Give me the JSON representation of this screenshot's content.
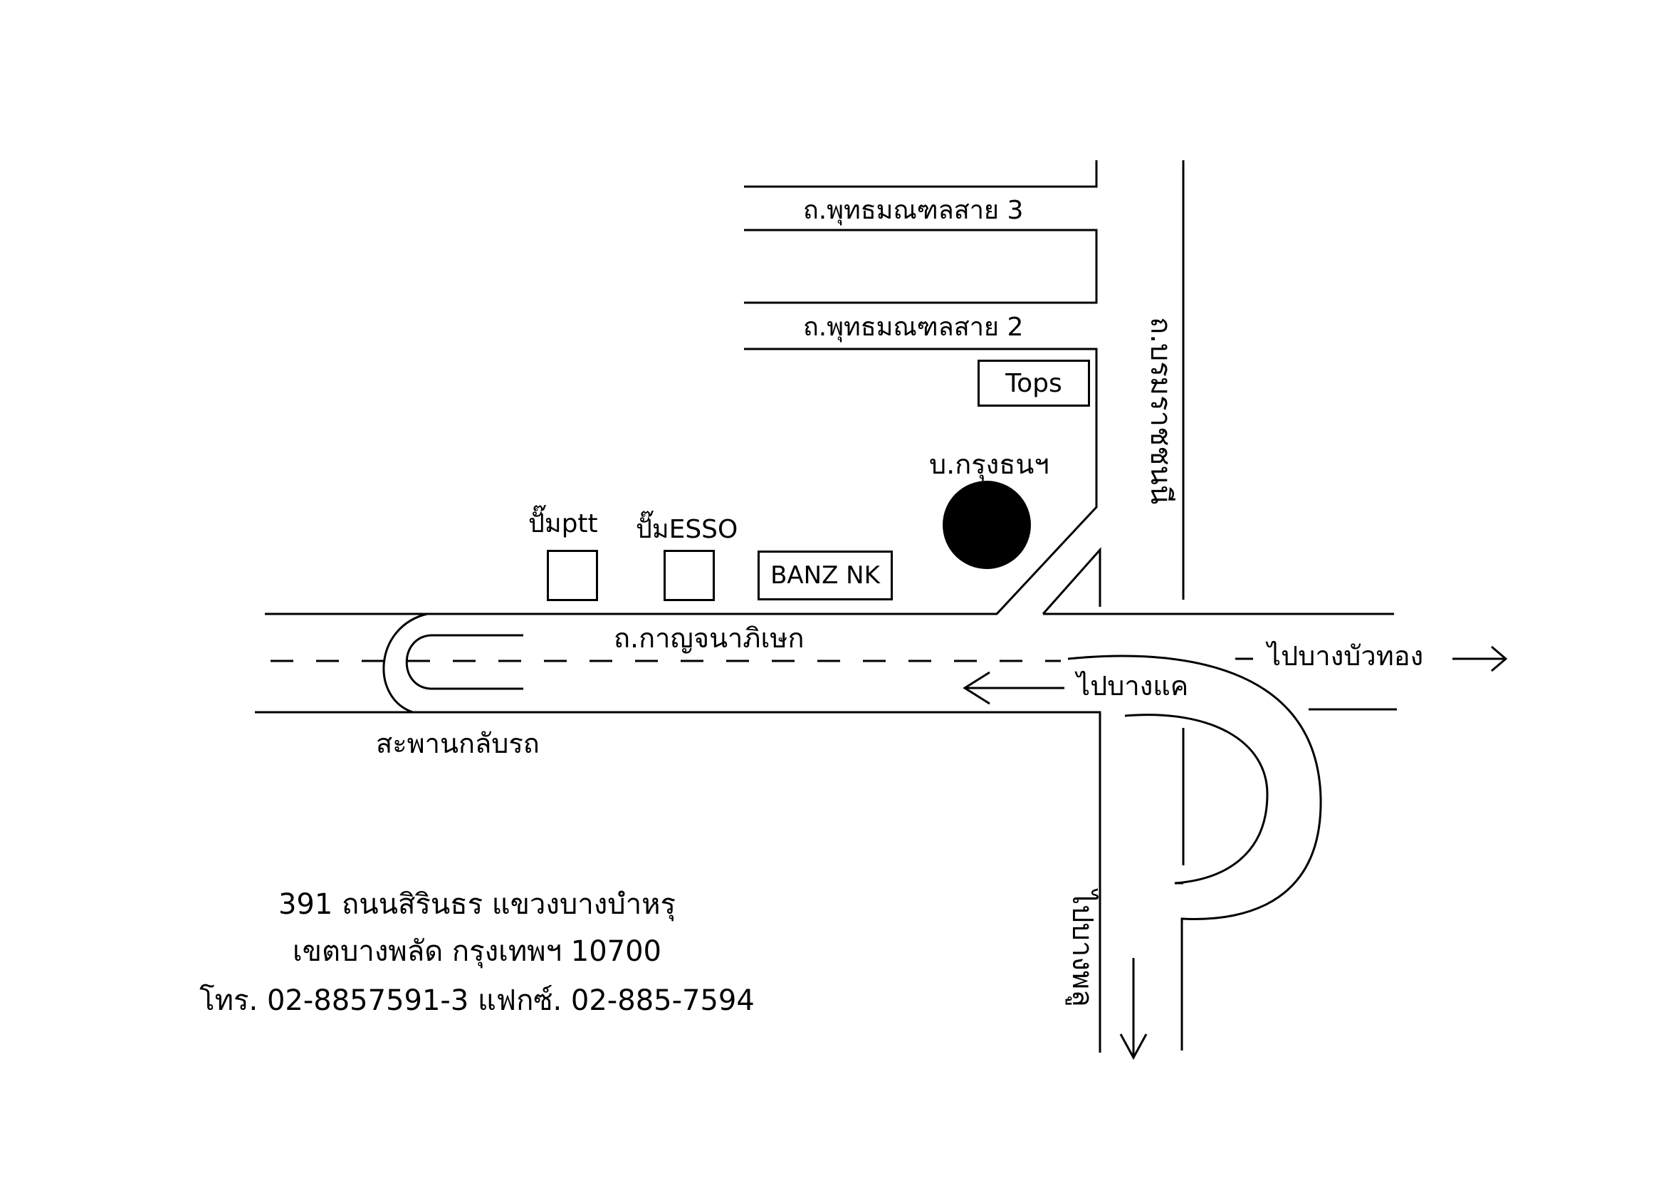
{
  "roads": {
    "phutthamonthon_3": "ถ.พุทธมณฑลสาย 3",
    "phutthamonthon_2": "ถ.พุทธมณฑลสาย 2",
    "kanchanaphisek": "ถ.กาญจนาภิเษก",
    "borommaratchachonnani": "ถ.บรมราชชนนี"
  },
  "landmarks": {
    "tops": "Tops",
    "bank": "บ.กรุงธนฯ",
    "ptt": "ปั๊มptt",
    "esso": "ปั๊มESSO",
    "banz": "BANZ NK",
    "u_turn_bridge": "สะพานกลับรถ"
  },
  "directions": {
    "to_bang_bua_thong": "ไปบางบัวทอง",
    "to_bang_khae": "ไปบางแค",
    "to_bang_phlu": "ไปบางพลู"
  },
  "address": {
    "line1": "391 ถนนสิรินธร แขวงบางบำหรุ",
    "line2": "เขตบางพลัด กรุงเทพฯ 10700",
    "line3": "โทร. 02-8857591-3  แฟกซ์. 02-885-7594"
  },
  "colors": {
    "ink": "#000000",
    "paper": "#ffffff"
  }
}
